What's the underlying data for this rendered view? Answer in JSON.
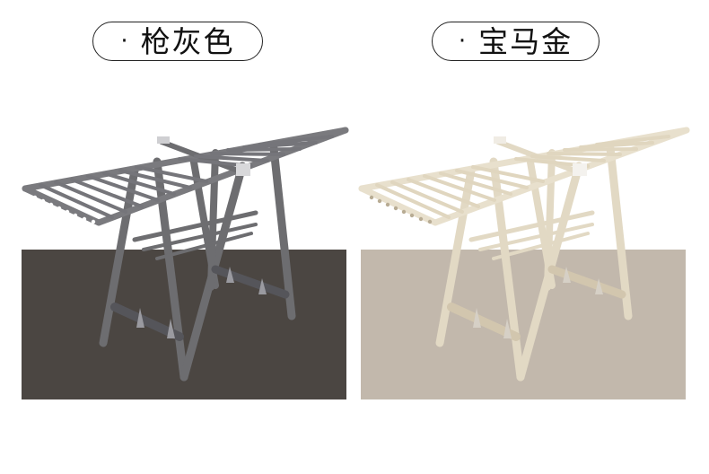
{
  "variants": [
    {
      "name": "枪灰色",
      "bullet": "·",
      "floor_color": "#4b4642",
      "frame_color": "#6d6d70",
      "frame_light": "#8a8a8e",
      "frame_dark": "#4e4e52"
    },
    {
      "name": "宝马金",
      "bullet": "·",
      "floor_color": "#c2b8ac",
      "frame_color": "#e2d9c4",
      "frame_light": "#efe8d8",
      "frame_dark": "#b8ac94"
    }
  ],
  "product": {
    "icon": "folding-drying-rack"
  }
}
